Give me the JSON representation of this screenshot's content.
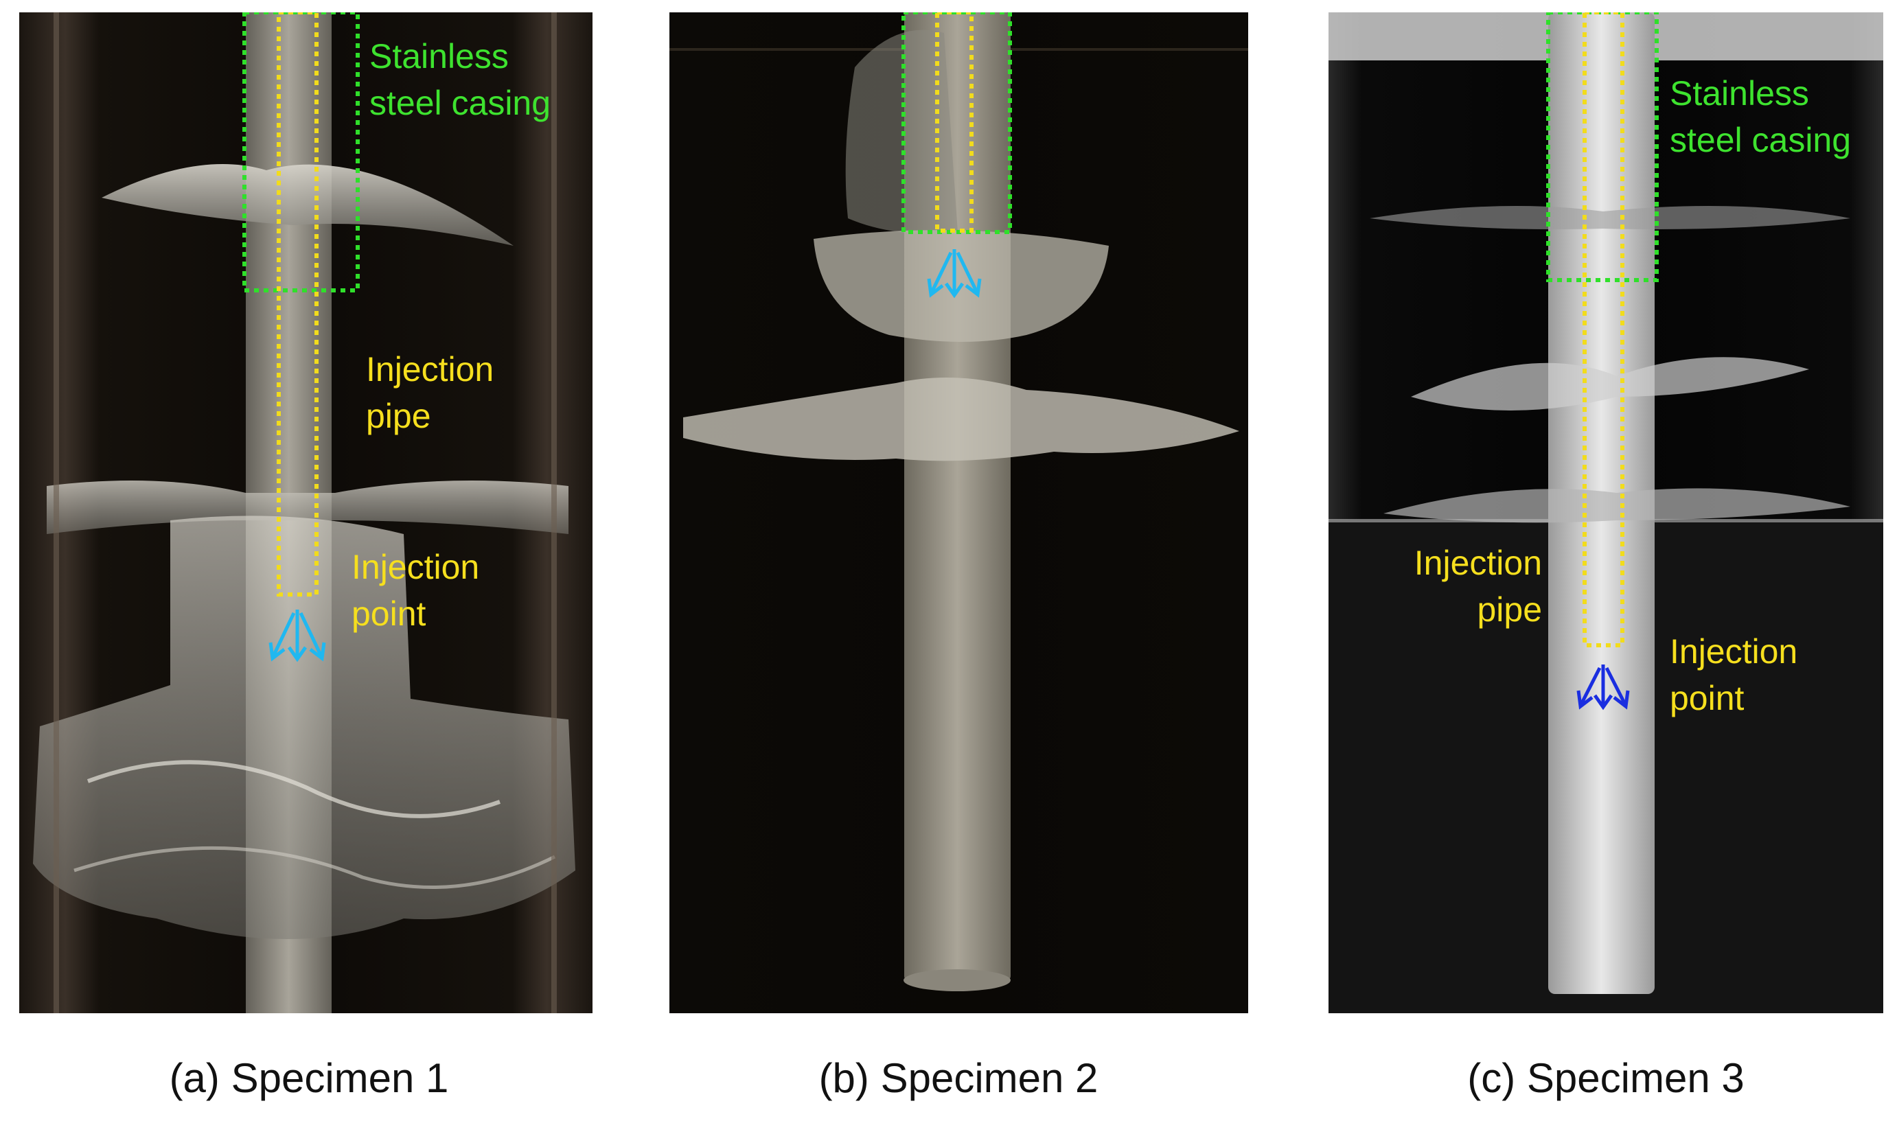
{
  "colors": {
    "casing_box": "#2fe02a",
    "pipe_box": "#f2dc1c",
    "arrow_light": "#20b8f0",
    "arrow_dark": "#1a2ee0",
    "caption_text": "#111111"
  },
  "panels": [
    {
      "id": "a",
      "caption": "(a) Specimen 1",
      "labels": {
        "casing_line1": "Stainless",
        "casing_line2": "steel casing",
        "pipe_line1": "Injection",
        "pipe_line2": "pipe",
        "point_line1": "Injection",
        "point_line2": "point"
      }
    },
    {
      "id": "b",
      "caption": "(b) Specimen 2"
    },
    {
      "id": "c",
      "caption": "(c) Specimen 3",
      "labels": {
        "casing_line1": "Stainless",
        "casing_line2": "steel casing",
        "pipe_line1": "Injection",
        "pipe_line2": "pipe",
        "point_line1": "Injection",
        "point_line2": "point"
      }
    }
  ]
}
